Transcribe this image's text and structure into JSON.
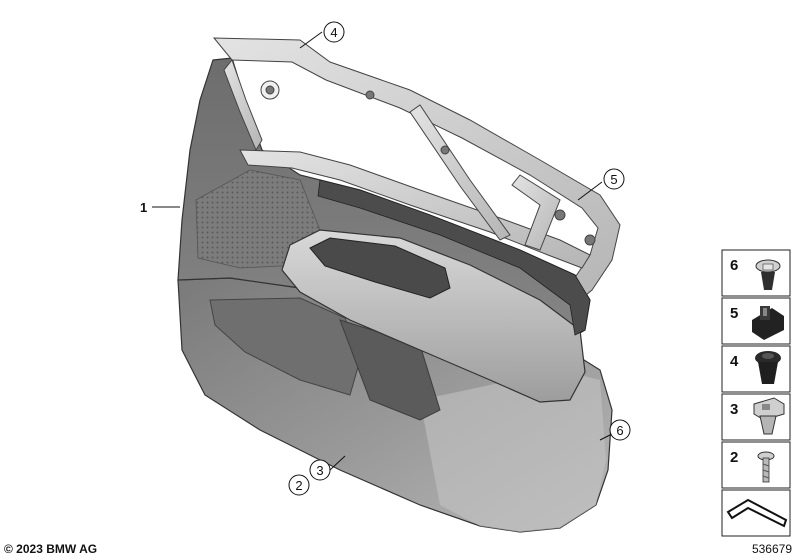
{
  "callouts": {
    "label_1": "1",
    "label_2": "2",
    "label_3": "3",
    "label_4": "4",
    "label_5": "5",
    "label_6": "6"
  },
  "legend": {
    "items": [
      {
        "number": "6",
        "icon": "rivet-expansion-clip-icon"
      },
      {
        "number": "5",
        "icon": "square-push-clip-icon"
      },
      {
        "number": "4",
        "icon": "round-grommet-clip-icon"
      },
      {
        "number": "3",
        "icon": "square-clip-nut-icon"
      },
      {
        "number": "2",
        "icon": "screw-icon"
      }
    ],
    "last_icon": "trim-panel-outline-icon"
  },
  "footer": {
    "copyright": "© 2023 BMW AG",
    "diagram_id": "536679"
  },
  "colors": {
    "panel_dark": "#5f5f5f",
    "panel_mid": "#8c8c8c",
    "panel_light": "#b9b9b9",
    "bracket": "#d0d0d0",
    "outline": "#222222"
  }
}
